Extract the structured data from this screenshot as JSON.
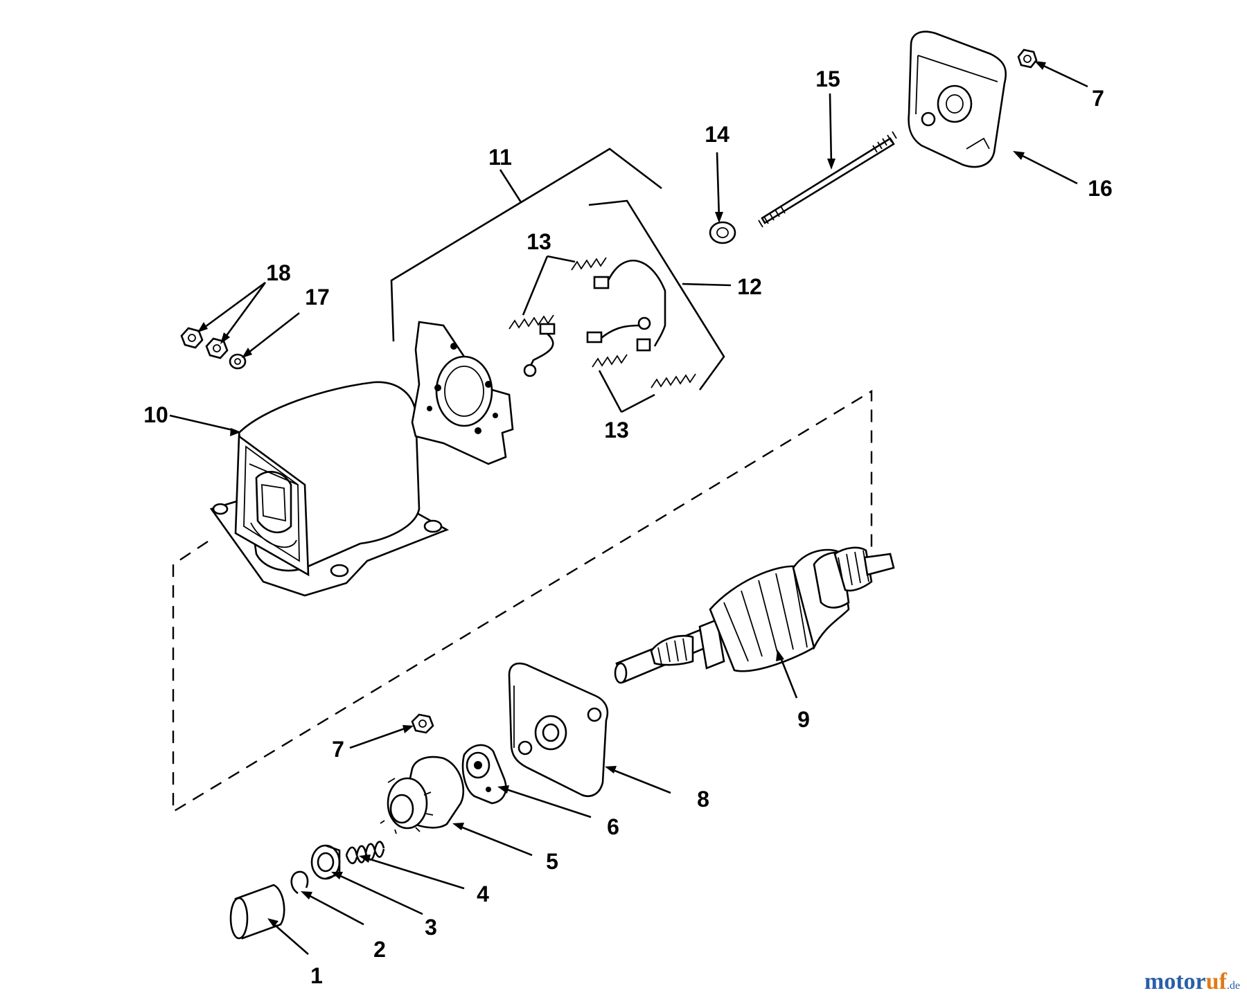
{
  "callouts": [
    "1",
    "2",
    "3",
    "4",
    "5",
    "6",
    "7",
    "8",
    "9",
    "10",
    "11",
    "12",
    "13",
    "13",
    "14",
    "15",
    "16",
    "7",
    "17",
    "18"
  ],
  "watermark": {
    "part1": "motor",
    "part2": "uf",
    "part3": ".de"
  }
}
